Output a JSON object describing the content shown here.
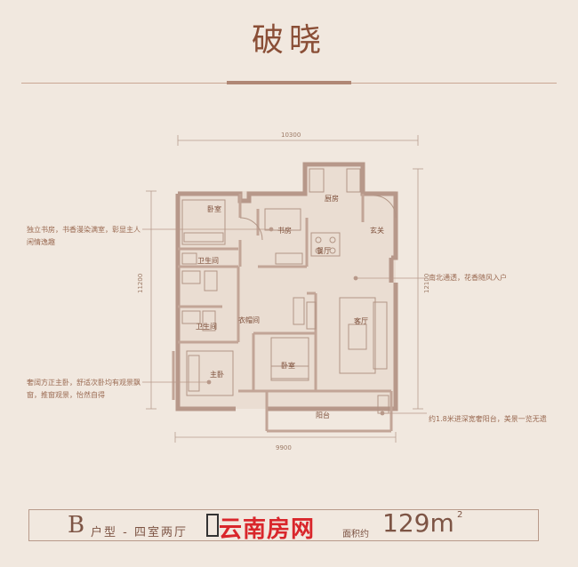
{
  "title": "破晓",
  "dimensions": {
    "top": "10300",
    "bottom": "9900",
    "left": "11200",
    "right": "12100"
  },
  "rooms": {
    "bedroom1": "卧室",
    "study": "书房",
    "kitchen": "厨房",
    "entrance": "玄关",
    "dining": "餐厅",
    "bathroom1": "卫生间",
    "bathroom2": "卫生间",
    "closet": "衣帽间",
    "living": "客厅",
    "master": "主卧",
    "bedroom2": "卧室",
    "balcony": "阳台"
  },
  "callouts": {
    "study_note": "独立书房，书香漫染满室，彰显主人闲情逸趣",
    "master_note": "奢阔方正主卧，舒适次卧均有观景飘窗，推窗观景，怡然自得",
    "ventilation_note": "南北通透，花香随风入户",
    "balcony_note": "约1.8米进深宽奢阳台，美景一览无遗"
  },
  "footer": {
    "letter": "B",
    "type_text": "户型 - 四室两厅",
    "watermark": "云南房网",
    "area_label": "面积约",
    "area_value": "129m",
    "area_sup": "2"
  },
  "colors": {
    "background": "#f1e8df",
    "wall": "#b7988a",
    "accent": "#8a4e36",
    "watermark": "#d9262b"
  }
}
